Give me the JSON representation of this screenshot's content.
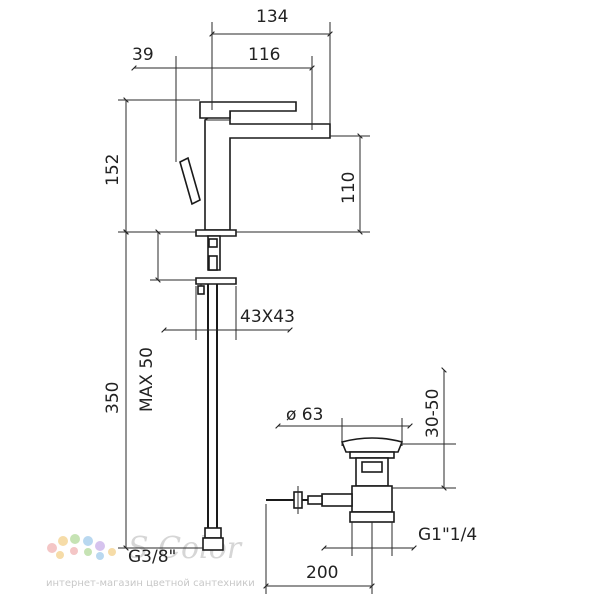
{
  "dimensions": {
    "overall_depth": "134",
    "handle_offset": "39",
    "spout_reach": "116",
    "total_height": "152",
    "spout_height": "110",
    "tail_length": "350",
    "max_thickness": "MAX 50",
    "base_size": "43X43",
    "supply_thread": "G3/8\"",
    "drain_diameter": "ø 63",
    "drain_thread": "G1\"1/4",
    "drain_travel": "30-50",
    "rod_length": "200"
  },
  "watermark": {
    "brand": "S Color",
    "subtitle": "интернет-магазин цветной сантехники"
  }
}
